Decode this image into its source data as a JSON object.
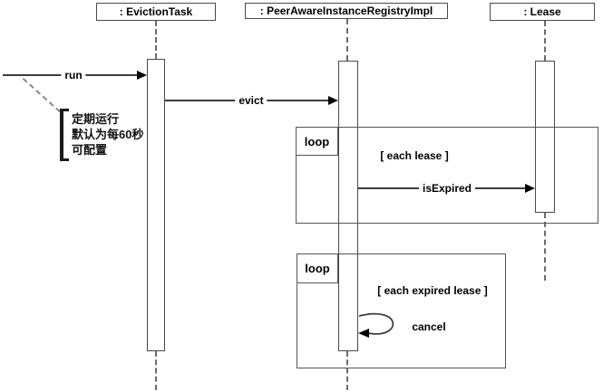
{
  "diagram": {
    "type": "uml-sequence",
    "lifelines": [
      {
        "label": ": EvictionTask"
      },
      {
        "label": ": PeerAwareInstanceRegistryImpl"
      },
      {
        "label": ": Lease"
      }
    ],
    "messages": [
      {
        "label": "run",
        "from": "found-message-left-edge",
        "to": "EvictionTask"
      },
      {
        "label": "evict",
        "from": "EvictionTask",
        "to": "PeerAwareInstanceRegistryImpl"
      },
      {
        "label": "isExpired",
        "from": "PeerAwareInstanceRegistryImpl",
        "to": "Lease"
      },
      {
        "label": "cancel",
        "from": "PeerAwareInstanceRegistryImpl",
        "to": "PeerAwareInstanceRegistryImpl"
      }
    ],
    "fragments": [
      {
        "operator": "loop",
        "guard": "[ each lease ]"
      },
      {
        "operator": "loop",
        "guard": "[ each expired lease ]"
      }
    ],
    "note": {
      "lines": [
        "定期运行",
        "默认为每60秒",
        "可配置"
      ]
    },
    "colors": {
      "line": "#4a4a4a",
      "frame": "#555555",
      "arrowhead": "#000000",
      "text": "#000000",
      "background": "#ffffff"
    }
  }
}
